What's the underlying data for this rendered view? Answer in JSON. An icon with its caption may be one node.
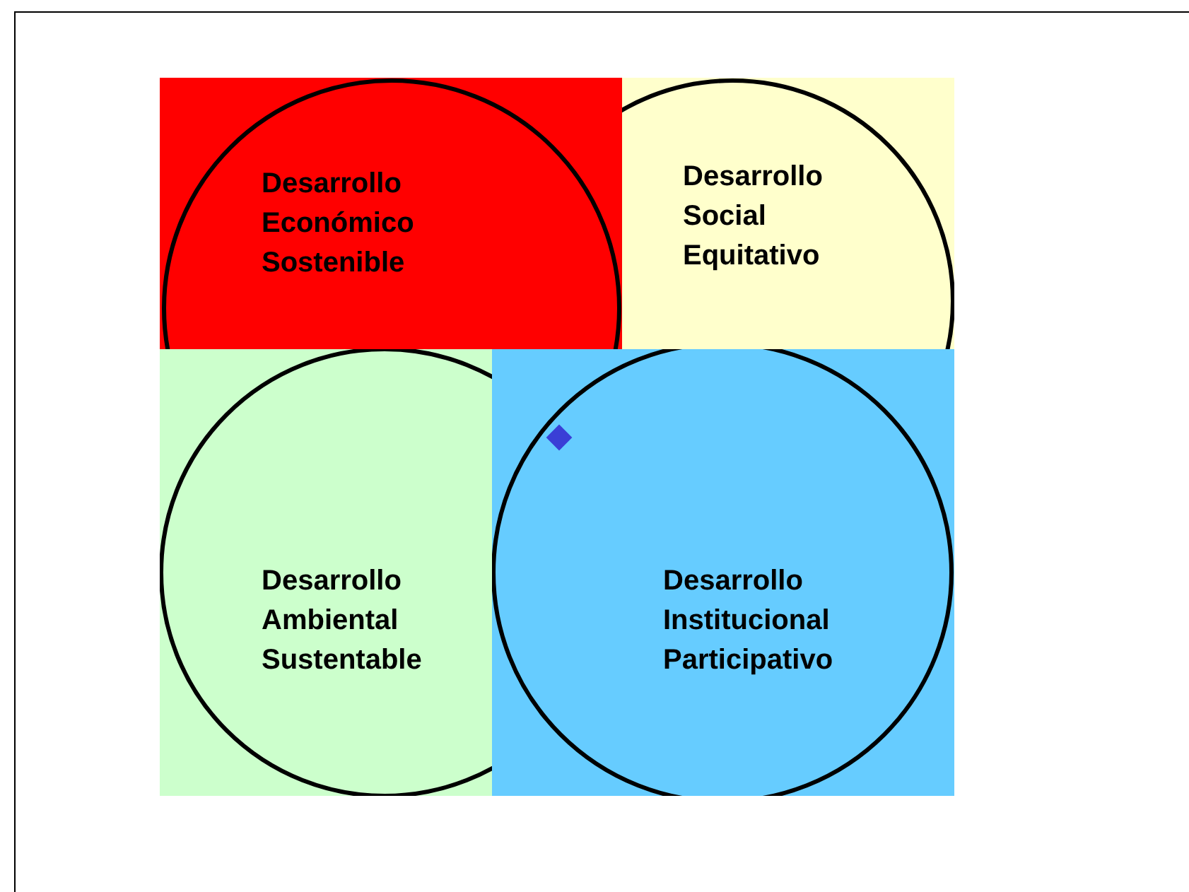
{
  "diagram": {
    "nodes": [
      {
        "text": [
          "Desarrollo Económico Sostenible"
        ]
      },
      {
        "text": [
          "Desarrollo Social Equitativo"
        ]
      },
      {
        "text": [
          "Desarrollo Ambiental Sustentable"
        ]
      },
      {
        "text": [
          "Desarrollo Institucional Participativo"
        ]
      }
    ]
  }
}
